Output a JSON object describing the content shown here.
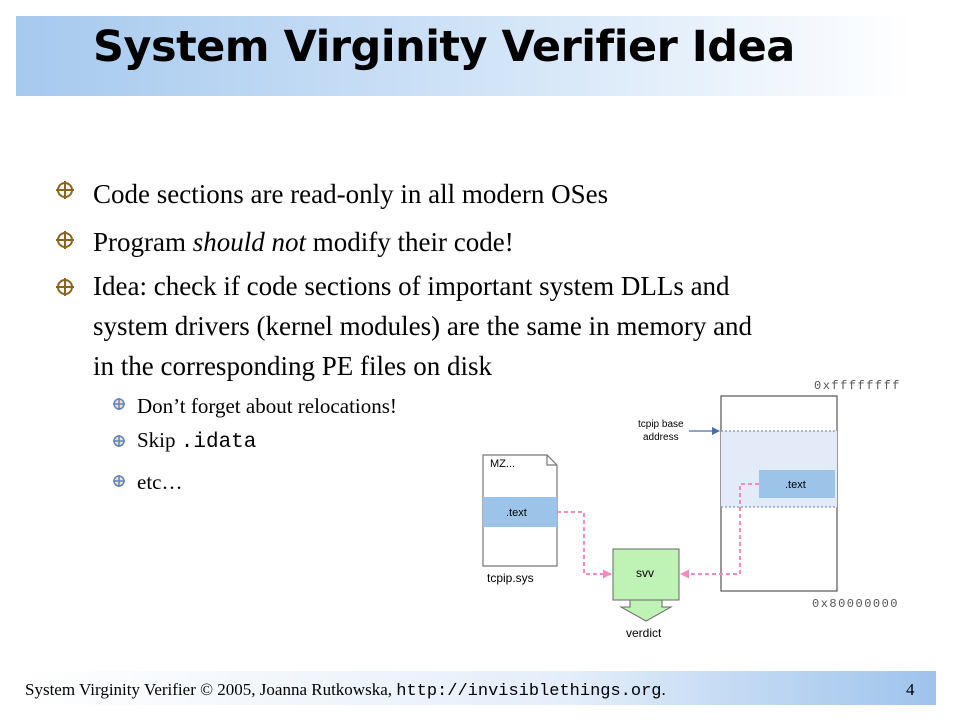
{
  "slide": {
    "title": "System Virginity Verifier Idea",
    "bullets": [
      {
        "text": "Code sections are read-only in all modern OSes"
      },
      {
        "pre": "Program ",
        "em": "should not",
        "post": " modify their code!"
      },
      {
        "lines": [
          "Idea: check if code sections of important system DLLs and",
          "system drivers (kernel modules) are the same in memory and",
          "in the corresponding PE files on disk"
        ]
      }
    ],
    "subbullets": [
      {
        "text": "Don’t forget about relocations!"
      },
      {
        "pre": "Skip ",
        "code": ".idata"
      },
      {
        "text": "etc…"
      }
    ],
    "footer": {
      "text": "System Virginity Verifier © 2005, Joanna Rutkowska, ",
      "url": "http://invisiblethings.org",
      "suffix": ".",
      "page": "4"
    }
  },
  "diagram": {
    "file_header": "MZ...",
    "file_section": ".text",
    "file_name": "tcpip.sys",
    "svv_label": "svv",
    "verdict_label": "verdict",
    "mem_top_addr": "0xffffffff",
    "mem_bottom_addr": "0x80000000",
    "mem_base_label_line1": "tcpip base",
    "mem_base_label_line2": "address",
    "mem_section": ".text"
  },
  "colors": {
    "title_gradient_start": "#a6c9ee",
    "text_box": "#9cc3e8",
    "svv_box": "#bff2b5",
    "arrow_pink": "#f08cc0",
    "mem_region": "#e2ebf7"
  }
}
